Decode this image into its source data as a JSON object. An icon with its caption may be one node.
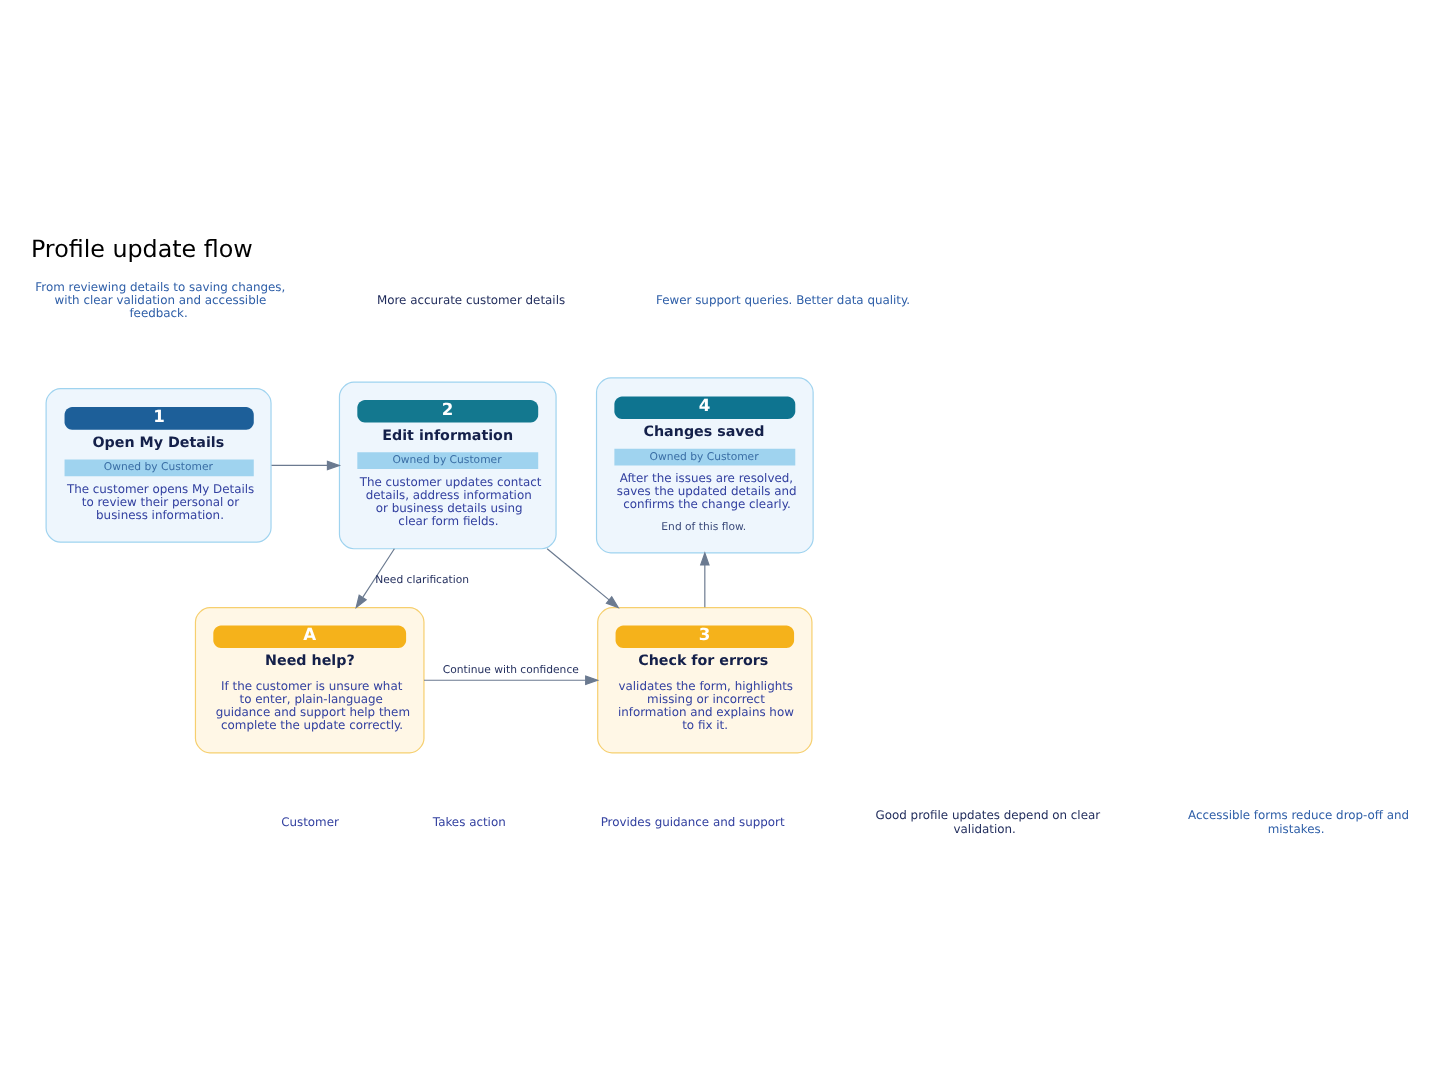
{
  "diagram": {
    "title": "Profile update flow",
    "nodes": [
      {
        "text": [
          "1",
          "Open My Details",
          "Owned by Customer",
          "The customer opens My Details to review their personal or business information."
        ]
      },
      {
        "text": [
          "2",
          "Edit information",
          "Owned by Customer",
          "The customer updates contact details, address information or business details using clear form fields."
        ]
      },
      {
        "text": [
          "3",
          "Check for errors",
          "validates the form, highlights missing or incorrect information and explains how to fix it."
        ]
      },
      {
        "text": [
          "4",
          "Changes saved",
          "Owned by Customer",
          "After the issues are resolved, saves the updated details and confirms the change clearly.",
          "End of this flow."
        ]
      },
      {
        "text": [
          "A",
          "Need help?",
          "If the customer is unsure what to enter, plain-language guidance and support help them complete the update correctly."
        ]
      }
    ],
    "edges": [
      {
        "from": 0,
        "to": 1,
        "arrow": "to"
      },
      {
        "from": 1,
        "to": 2,
        "arrow": "to"
      },
      {
        "from": 2,
        "to": 3,
        "arrow": "to"
      },
      {
        "from": 1,
        "to": 4,
        "arrow": "to",
        "label": "Need clarification"
      },
      {
        "from": 4,
        "to": 2,
        "arrow": "to",
        "label": "Continue with confidence"
      }
    ],
    "labels": [
      "From reviewing details to saving changes, with clear validation and accessible feedback.",
      "More accurate customer details",
      "Fewer support queries. Better data quality.",
      "Good profile updates depend on clear validation.",
      "Accessible forms reduce drop-off and mistakes."
    ],
    "legend": [
      {
        "text": "Customer"
      },
      {
        "text": "Takes action"
      },
      {
        "text": "Provides guidance and support"
      }
    ]
  }
}
